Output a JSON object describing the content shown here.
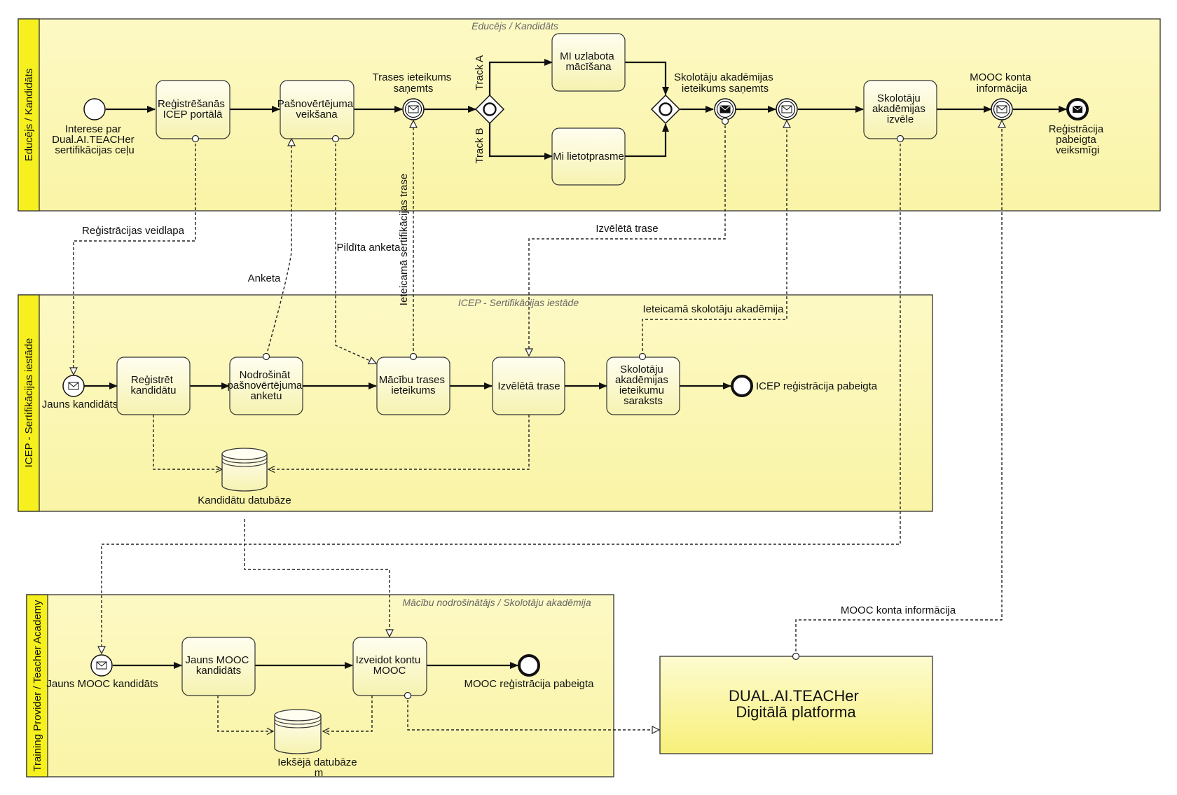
{
  "pools": {
    "educejs": {
      "lane_label": "Educējs / Kandidāts",
      "caption": "Educējs / Kandidāts"
    },
    "icep": {
      "lane_label": "ICEP - Sertifikācijas iestāde",
      "caption": "ICEP - Sertifikācijas iestāde"
    },
    "training": {
      "lane_label": "Training Provider / Teacher Academy",
      "caption": "Mācību nodrošinātājs / Skolotāju akadēmija"
    }
  },
  "educejs": {
    "start_event": [
      "Interese par",
      "Dual.AI.TEACHer",
      "sertifikācijas ceļu"
    ],
    "task_register": [
      "Reģistrēšanās",
      "ICEP portālā"
    ],
    "task_self_assessment": [
      "Pašnovērtējuma",
      "veikšana"
    ],
    "track_received": [
      "Trases ieteikums",
      "saņemts"
    ],
    "track_a": "Track A",
    "track_b": "Track B",
    "task_ai_teaching": [
      "MI uzlabota",
      "mācīšana"
    ],
    "task_ai_literacy": "Mi lietotprasme",
    "academy_received": [
      "Skolotāju akadēmijas",
      "ieteikums saņemts"
    ],
    "task_academy_choice": [
      "Skolotāju",
      "akadēmijas",
      "izvēle"
    ],
    "mooc_info": [
      "MOOC konta",
      "informācija"
    ],
    "end_event": [
      "Reģistrācija",
      "pabeigta",
      "veiksmīgi"
    ]
  },
  "icep": {
    "start_event": "Jauns kandidāts",
    "task_register": [
      "Reģistrēt",
      "kandidātu"
    ],
    "task_provide": [
      "Nodrošināt",
      "pašnovērtējuma",
      "anketu"
    ],
    "task_recommend": [
      "Mācību trases",
      "ieteikums"
    ],
    "task_chosen": "Izvēlētā trase",
    "task_academy_list": [
      "Skolotāju",
      "akadēmijas",
      "ieteikumu",
      "saraksts"
    ],
    "end_event": "ICEP reģistrācija pabeigta",
    "database": "Kandidātu datubāze"
  },
  "training": {
    "start_event": "Jauns MOOC kandidāts",
    "task_new": [
      "Jauns MOOC",
      "kandidāts"
    ],
    "task_create": [
      "Izveidot kontu",
      "MOOC"
    ],
    "end_event": "MOOC reģistrācija pabeigta",
    "database": [
      "Iekšējā datubāze",
      "m"
    ]
  },
  "platform": {
    "title": [
      "DUAL.AI.TEACHer",
      "Digitālā platforma"
    ]
  },
  "message_flows": {
    "registration_form": "Reģistrācijas veidlapa",
    "questionnaire": "Anketa",
    "filled_questionnaire": "Pildīta anketa",
    "recommended_track": "Ieteicamā sertifikācijas trase",
    "chosen_track": "Izvēlētā trase",
    "recommended_academy": "Ieteicamā skolotāju akadēmija",
    "mooc_info": "MOOC konta informācija"
  },
  "colors": {
    "pool_fill": "#fbf7b6",
    "pool_band": "#f5f01e",
    "task_fill": "#fdfbd8",
    "platform_fill": "#fbf59c"
  }
}
